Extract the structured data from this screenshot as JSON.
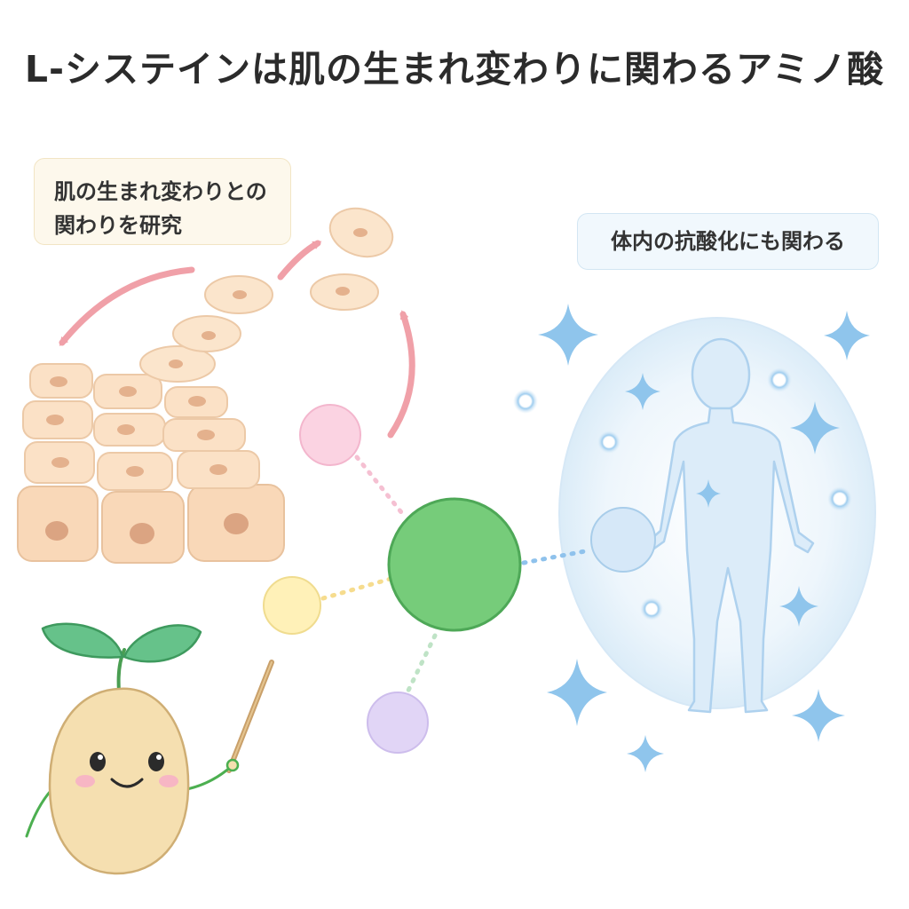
{
  "title": "L-システインは肌の生まれ変わりに関わるアミノ酸",
  "callouts": {
    "skin": {
      "line1": "肌の生まれ変わりとの",
      "line2": "関わりを研究"
    },
    "body": "体内の抗酸化にも関わる"
  },
  "colors": {
    "center_molecule": "#76cc7a",
    "pink_node": "#fbd3e2",
    "yellow_node": "#fff1b8",
    "purple_node": "#e1d5f6",
    "blue_node": "#d6e8f8",
    "cell": "#fbe1c6",
    "arrow": "#f0a0a8",
    "sparkle": "#8fc5ec"
  }
}
